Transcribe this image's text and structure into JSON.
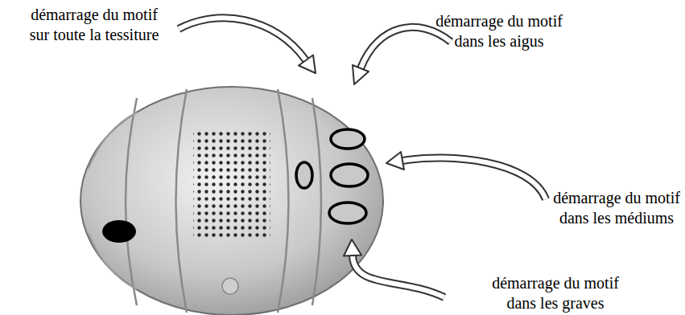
{
  "diagram": {
    "labels": [
      "démarrage du motif sur toute la tessiture",
      "démarrage du motif dans les aigus",
      "démarrage du motif dans les médiums",
      "démarrage du motif dans les graves"
    ]
  }
}
